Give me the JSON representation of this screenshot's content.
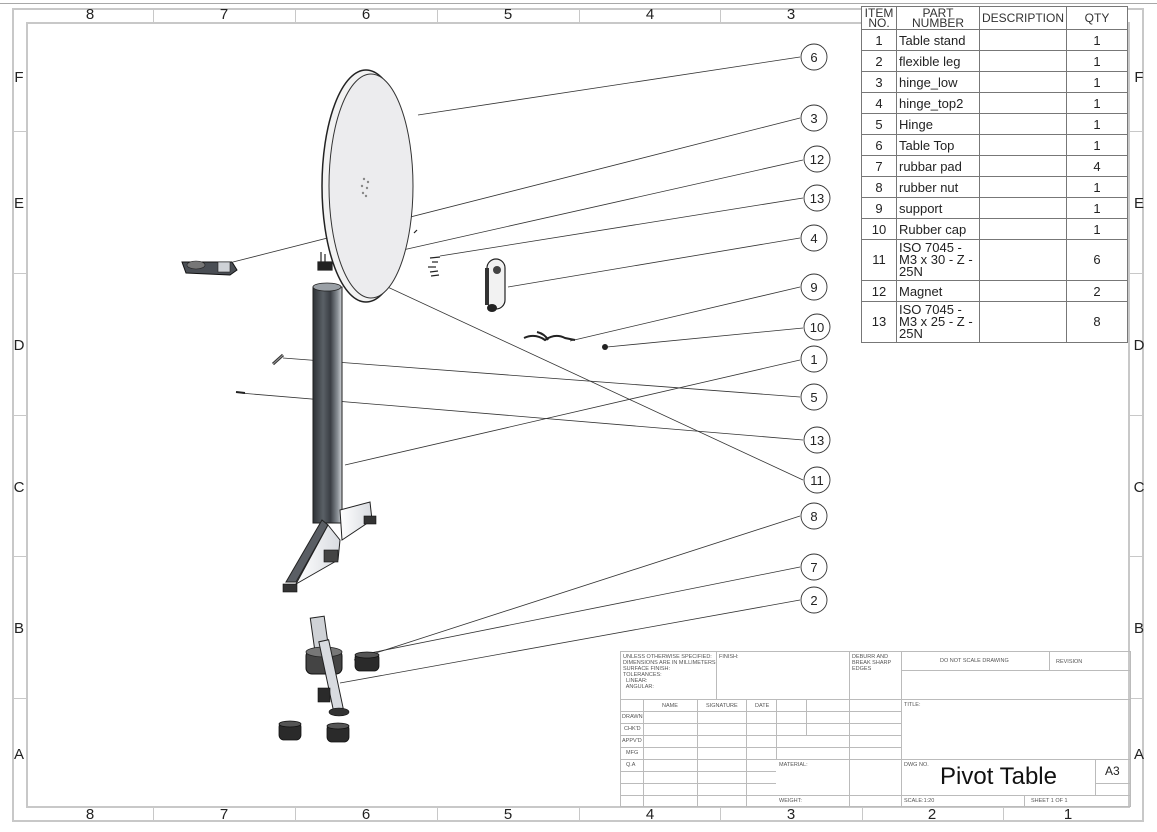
{
  "drawing": {
    "title": "Pivot Table",
    "sheet_size": "A3",
    "scale": "SCALE:1:20",
    "sheet": "SHEET 1 OF 1",
    "zones_columns": [
      "8",
      "7",
      "6",
      "5",
      "4",
      "3",
      "2",
      "1"
    ],
    "zones_rows": [
      "F",
      "E",
      "D",
      "C",
      "B",
      "A"
    ]
  },
  "bom": {
    "headers": {
      "item_no": "ITEM NO.",
      "part_number": "PART NUMBER",
      "description": "DESCRIPTION",
      "qty": "QTY"
    },
    "rows": [
      {
        "item": "1",
        "part": "Table stand",
        "description": "",
        "qty": "1"
      },
      {
        "item": "2",
        "part": "flexible leg",
        "description": "",
        "qty": "1"
      },
      {
        "item": "3",
        "part": "hinge_low",
        "description": "",
        "qty": "1"
      },
      {
        "item": "4",
        "part": "hinge_top2",
        "description": "",
        "qty": "1"
      },
      {
        "item": "5",
        "part": "Hinge",
        "description": "",
        "qty": "1"
      },
      {
        "item": "6",
        "part": "Table Top",
        "description": "",
        "qty": "1"
      },
      {
        "item": "7",
        "part": "rubbar pad",
        "description": "",
        "qty": "4"
      },
      {
        "item": "8",
        "part": "rubber nut",
        "description": "",
        "qty": "1"
      },
      {
        "item": "9",
        "part": "support",
        "description": "",
        "qty": "1"
      },
      {
        "item": "10",
        "part": "Rubber cap",
        "description": "",
        "qty": "1"
      },
      {
        "item": "11",
        "part": "ISO 7045 -\nM3 x 30 - Z -\n25N",
        "description": "",
        "qty": "6"
      },
      {
        "item": "12",
        "part": "Magnet",
        "description": "",
        "qty": "2"
      },
      {
        "item": "13",
        "part": "ISO 7045 -\nM3 x 25 - Z -\n25N",
        "description": "",
        "qty": "8"
      }
    ]
  },
  "balloons": [
    "6",
    "3",
    "12",
    "13",
    "4",
    "9",
    "10",
    "1",
    "5",
    "13",
    "11",
    "8",
    "7",
    "2"
  ],
  "title_block": {
    "notes": "UNLESS OTHERWISE SPECIFIED:\nDIMENSIONS ARE IN MILLIMETERS\nSURFACE FINISH:\nTOLERANCES:\n  LINEAR:\n  ANGULAR:",
    "finish": "FINISH:",
    "deburr": "DEBURR AND\nBREAK SHARP\nEDGES",
    "do_not_scale": "DO NOT SCALE DRAWING",
    "revision": "REVISION",
    "title_label": "TITLE:",
    "dwg_no_label": "DWG NO.",
    "material_label": "MATERIAL:",
    "weight_label": "WEIGHT:",
    "col_name": "NAME",
    "col_signature": "SIGNATURE",
    "col_date": "DATE",
    "roles": [
      "DRAWN",
      "CHK'D",
      "APPV'D",
      "MFG",
      "Q.A"
    ]
  }
}
